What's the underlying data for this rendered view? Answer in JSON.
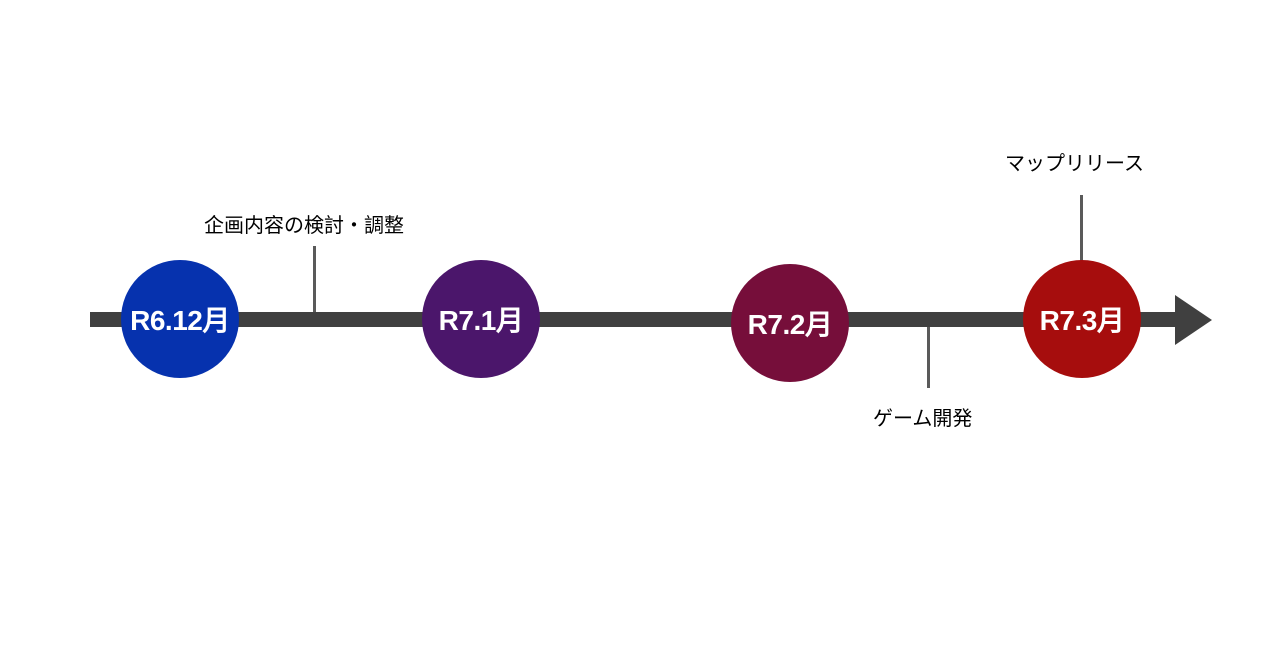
{
  "timeline": {
    "milestones": [
      {
        "label": "R6.12月",
        "color": "#0632ae"
      },
      {
        "label": "R7.1月",
        "color": "#4b166b"
      },
      {
        "label": "R7.2月",
        "color": "#760e3a"
      },
      {
        "label": "R7.3月",
        "color": "#a60d0d"
      }
    ],
    "annotations": [
      {
        "text": "企画内容の検討・調整"
      },
      {
        "text": "ゲーム開発"
      },
      {
        "text": "マップリリース"
      }
    ]
  }
}
